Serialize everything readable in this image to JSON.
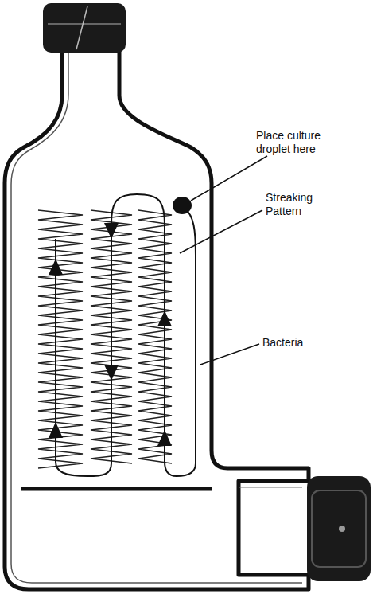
{
  "diagram": {
    "labels": [
      "Place culture droplet here",
      "Streaking Pattern",
      "Bacteria"
    ]
  }
}
